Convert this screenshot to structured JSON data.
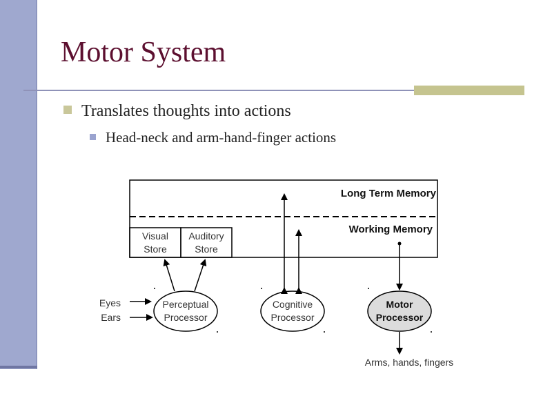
{
  "slide": {
    "title": "Motor System",
    "bullets": [
      {
        "text": "Translates thoughts into actions",
        "level": 1
      },
      {
        "text": "Head-neck and arm-hand-finger actions",
        "level": 2
      }
    ]
  },
  "diagram": {
    "memory": {
      "long_term": "Long Term Memory",
      "working": "Working Memory",
      "visual_store": [
        "Visual",
        "Store"
      ],
      "auditory_store": [
        "Auditory",
        "Store"
      ]
    },
    "processors": {
      "perceptual": [
        "Perceptual",
        "Processor"
      ],
      "cognitive": [
        "Cognitive",
        "Processor"
      ],
      "motor": [
        "Motor",
        "Processor"
      ]
    },
    "inputs": [
      "Eyes",
      "Ears"
    ],
    "output": "Arms, hands, fingers"
  },
  "colors": {
    "title": "#5c0f2f",
    "left_bar": "#9fa8cf",
    "accent_bar": "#c5c48f",
    "motor_fill": "#dcdcdc"
  }
}
